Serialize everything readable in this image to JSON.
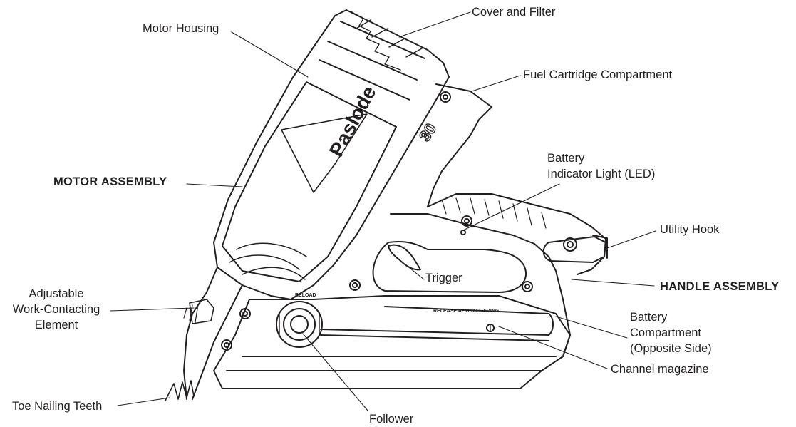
{
  "labels": {
    "cover_filter": "Cover and Filter",
    "motor_housing": "Motor Housing",
    "fuel_cartridge": "Fuel Cartridge Compartment",
    "motor_assembly": "MOTOR ASSEMBLY",
    "battery_led": [
      "Battery",
      "Indicator Light (LED)"
    ],
    "utility_hook": "Utility Hook",
    "trigger": "Trigger",
    "handle_assembly": "HANDLE ASSEMBLY",
    "adjustable_wce": [
      "Adjustable",
      "Work-Contacting",
      "Element"
    ],
    "battery_compartment": [
      "Battery",
      "Compartment",
      "(Opposite Side)"
    ],
    "channel_magazine": "Channel magazine",
    "toe_nailing": "Toe Nailing Teeth",
    "follower": "Follower"
  },
  "tool_markings": {
    "brand": "Paslode",
    "model_number": "30",
    "reload_tag": "RELOAD",
    "magazine_text": "RELEASE AFTER LOADING"
  }
}
